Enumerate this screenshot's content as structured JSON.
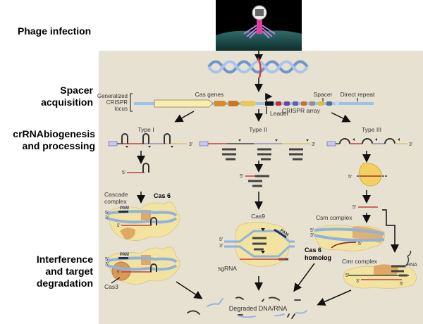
{
  "stages": {
    "phage_infection": "Phage infection",
    "spacer_acquisition": "Spacer\nacquisition",
    "crrna_biogenesis": "crRNAbiogenesis\nand processing",
    "interference": "Interference\nand target\ndegradation"
  },
  "locus": {
    "generalized_label_1": "Generalized",
    "generalized_label_2": "CRISPR",
    "generalized_label_3": "locus",
    "cas_genes": "Cas genes",
    "spacer": "Spacer",
    "direct_repeat": "Direct repeat",
    "leader": "Leader",
    "crispr_array": "CRISPR array"
  },
  "types": {
    "type1": "Type I",
    "type2": "Type II",
    "type3": "Type III"
  },
  "ends": {
    "five": "5'",
    "three": "3'"
  },
  "type1": {
    "cascade_1": "Cascade",
    "cascade_2": "complex",
    "cas6": "Cas 6",
    "pam": "PAM",
    "cas3": "Cas3"
  },
  "type2": {
    "cas9": "Cas9",
    "pam": "PAM",
    "sgrna": "sgRNA"
  },
  "type3": {
    "csm": "Csm complex",
    "cas6_homolog_1": "Cas 6",
    "cas6_homolog_2": "homolog",
    "cmr": "Cmr complex",
    "rna": "RNA"
  },
  "result": "Degraded DNA/RNA",
  "colors": {
    "panel": "#e7e1d1",
    "dna_blue": "#8fb2e0",
    "protein_yellow": "#f3e3a0",
    "protein_orange": "#d99a55",
    "spacer_red": "#c0392b",
    "repeat_dark": "#333333",
    "pam_navy": "#1f2e6b"
  }
}
